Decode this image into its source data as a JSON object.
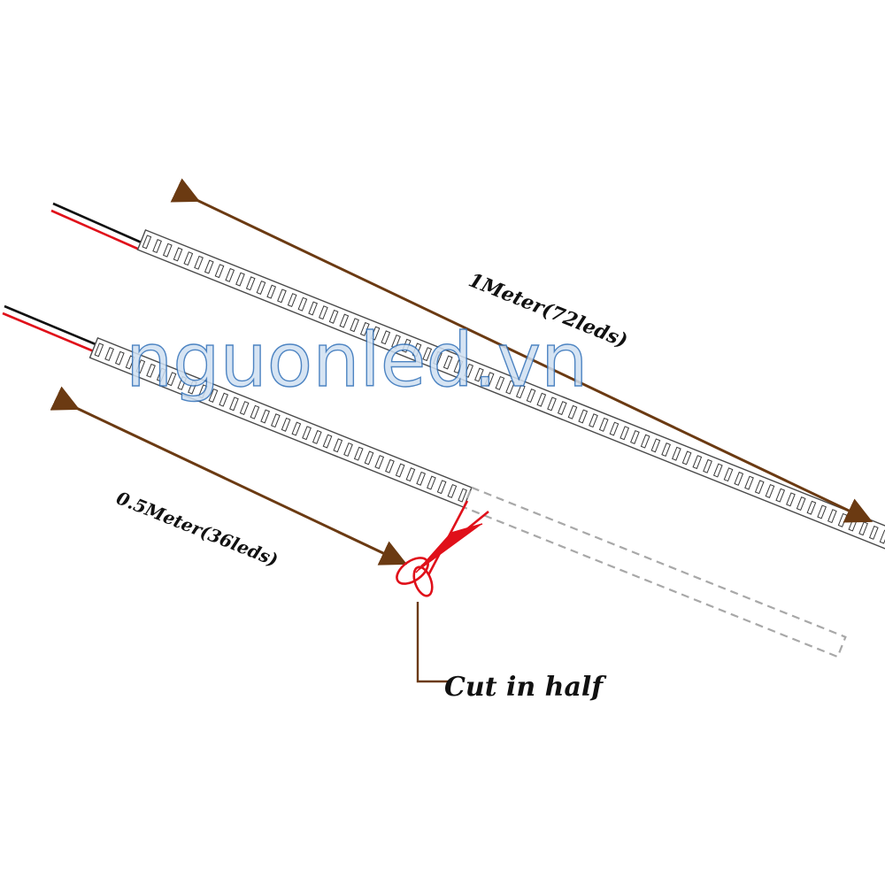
{
  "diagram": {
    "long_strip_label": "1Meter(72leds)",
    "short_strip_label": "0.5Meter(36leds)",
    "cut_label": "Cut in half",
    "watermark": "nguonled.vn",
    "long_strip_led_count": 72,
    "short_strip_led_count": 36,
    "colors": {
      "dimension_arrow": "#6b3a12",
      "wire_black": "#111111",
      "wire_red": "#e0101a",
      "scissors": "#e0101a",
      "dashed_outline": "#a8a8a8",
      "watermark": "#2f6fb8"
    },
    "icons": [
      "scissors-icon"
    ]
  }
}
